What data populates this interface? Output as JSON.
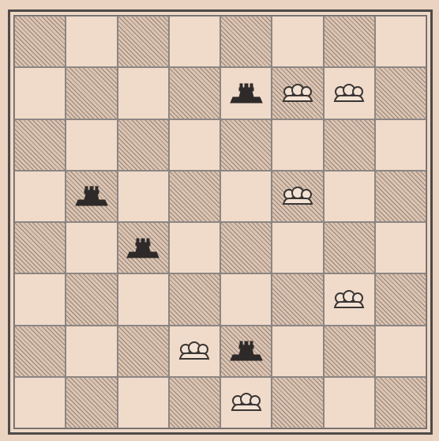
{
  "board": {
    "files": 8,
    "ranks": 8,
    "top_left_square": "dark",
    "colors": {
      "light_square": "#f0dac9",
      "dark_square_hatch": "#55504e",
      "white_piece_outline": "#3a3634",
      "black_piece_fill": "#2e2a29"
    },
    "pieces": [
      {
        "row": 1,
        "col": 4,
        "color": "black",
        "type": "rook",
        "icon": "black-rook-icon"
      },
      {
        "row": 1,
        "col": 5,
        "color": "white",
        "type": "pawn",
        "icon": "white-pawn-icon"
      },
      {
        "row": 1,
        "col": 6,
        "color": "white",
        "type": "pawn",
        "icon": "white-pawn-icon"
      },
      {
        "row": 3,
        "col": 1,
        "color": "black",
        "type": "rook",
        "icon": "black-rook-icon"
      },
      {
        "row": 3,
        "col": 5,
        "color": "white",
        "type": "pawn",
        "icon": "white-pawn-icon"
      },
      {
        "row": 4,
        "col": 2,
        "color": "black",
        "type": "rook",
        "icon": "black-rook-icon"
      },
      {
        "row": 5,
        "col": 6,
        "color": "white",
        "type": "pawn",
        "icon": "white-pawn-icon"
      },
      {
        "row": 6,
        "col": 3,
        "color": "white",
        "type": "pawn",
        "icon": "white-pawn-icon"
      },
      {
        "row": 6,
        "col": 4,
        "color": "black",
        "type": "rook",
        "icon": "black-rook-icon"
      },
      {
        "row": 7,
        "col": 4,
        "color": "white",
        "type": "pawn",
        "icon": "white-pawn-icon"
      }
    ]
  }
}
